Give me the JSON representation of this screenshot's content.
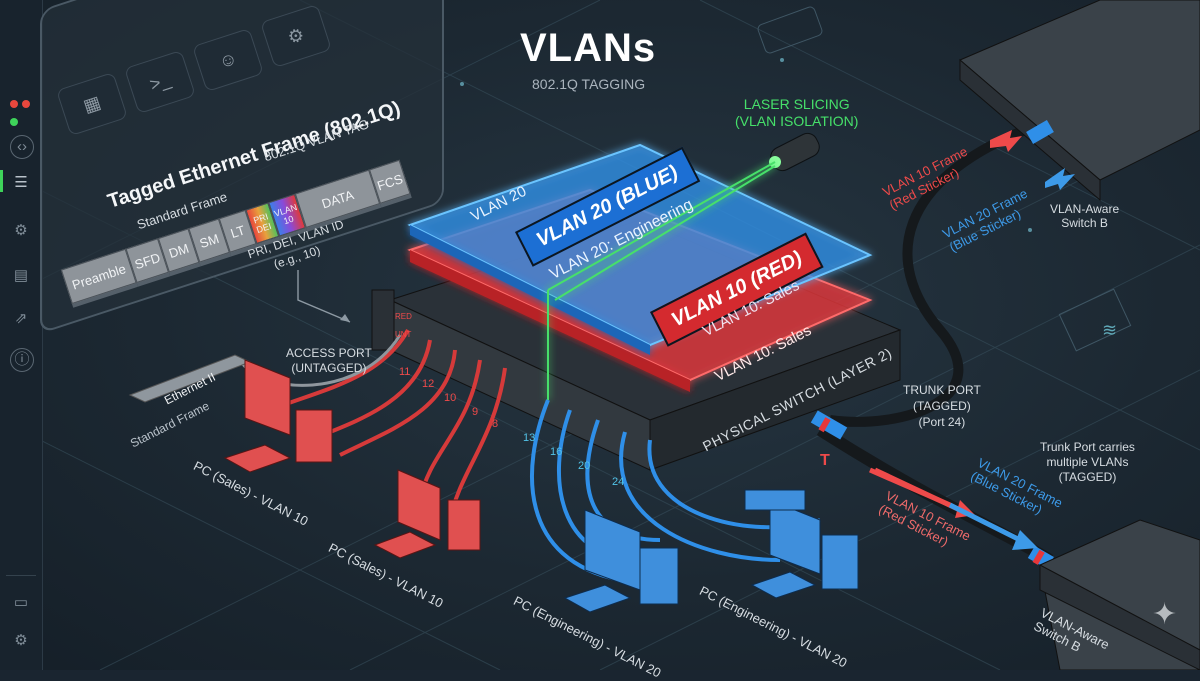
{
  "window": {
    "controls": [
      {
        "name": "close",
        "color": "#e8473d"
      },
      {
        "name": "minimize",
        "color": "#e8473d"
      },
      {
        "name": "maximize",
        "color": "#3ed35a"
      }
    ]
  },
  "sidebar": {
    "items": [
      {
        "icon": "code-icon",
        "glyph": "‹›"
      },
      {
        "icon": "list-icon",
        "glyph": "☰",
        "active": true
      },
      {
        "icon": "gear-icon",
        "glyph": "⚙"
      },
      {
        "icon": "wallet-icon",
        "glyph": "▤"
      },
      {
        "icon": "share-icon",
        "glyph": "⇗"
      },
      {
        "icon": "info-icon",
        "glyph": "ⓘ"
      },
      {
        "icon": "chat-icon",
        "glyph": "▭"
      },
      {
        "icon": "settings-icon",
        "glyph": "⚙"
      }
    ],
    "accent": "#3ed35a"
  },
  "panel": {
    "tabs": [
      {
        "icon": "server-icon",
        "glyph": "▦"
      },
      {
        "icon": "terminal-icon",
        "glyph": ">_"
      },
      {
        "icon": "user-icon",
        "glyph": "☺"
      },
      {
        "icon": "gear-icon",
        "glyph": "⚙"
      }
    ],
    "frame_title": "Tagged Ethernet Frame (802.1Q)",
    "standard_frame_label": "Standard Frame",
    "vlan_tag_label": "802.1Q VLAN TAG",
    "fields": [
      "Preamble",
      "SFD",
      "DM",
      "SM",
      "LT"
    ],
    "pri_field": "PRI DEI",
    "vlan_field": "VLAN 10",
    "data_field": "DATA",
    "fcs_field": "FCS",
    "tag_note_line1": "PRI, DEI, VLAN ID",
    "tag_note_line2": "(e.g., 10)"
  },
  "header": {
    "title": "VLANs",
    "subtitle": "802.1Q TAGGING"
  },
  "laser": {
    "label_line1": "LASER SLICING",
    "label_line2": "(VLAN ISOLATION)",
    "color": "#46e06a"
  },
  "planes": {
    "blue": {
      "corner_label": "VLAN 20",
      "tag": "VLAN 20 (BLUE)",
      "name": "VLAN 20: Engineering",
      "color": "#2f8fe8"
    },
    "red": {
      "tag": "VLAN 10 (RED)",
      "name_upper": "VLAN 10: Sales",
      "name_lower": "VLAN 10: Sales",
      "color": "#e8373a"
    }
  },
  "physical_switch": {
    "label": "PHYSICAL SWITCH (LAYER 2)",
    "panel_labels": [
      "RED",
      "UNT"
    ],
    "red_port_numbers": [
      "11",
      "12",
      "10",
      "9",
      "8"
    ],
    "blue_port_numbers": [
      "13",
      "16",
      "20",
      "24"
    ],
    "trunk_marker": "T"
  },
  "access_port": {
    "line1": "ACCESS PORT",
    "line2": "(UNTAGGED)"
  },
  "ethernet_frame": {
    "label": "Ethernet II",
    "caption": "Standard Frame"
  },
  "pcs": {
    "sales_1": "PC (Sales) - VLAN 10",
    "sales_2": "PC (Sales) - VLAN 10",
    "eng_1": "PC (Engineering) - VLAN 20",
    "eng_2": "PC (Engineering) - VLAN 20"
  },
  "trunk_port": {
    "line1": "TRUNK PORT",
    "line2": "(TAGGED)",
    "line3": "(Port 24)"
  },
  "switch_b_top": {
    "label_line1": "VLAN-Aware",
    "label_line2": "Switch B",
    "vlan10_line1": "VLAN 10 Frame",
    "vlan10_line2": "(Red Sticker)",
    "vlan20_line1": "VLAN 20 Frame",
    "vlan20_line2": "(Blue Sticker)"
  },
  "switch_b_bottom": {
    "label_line1": "VLAN-Aware",
    "label_line2": "Switch B",
    "note_line1": "Trunk Port carries",
    "note_line2": "multiple VLANs",
    "note_line3": "(TAGGED)",
    "vlan20_line1": "VLAN 20 Frame",
    "vlan20_line2": "(Blue Sticker)",
    "vlan10_line1": "VLAN 10 Frame",
    "vlan10_line2": "(Red Sticker)"
  }
}
